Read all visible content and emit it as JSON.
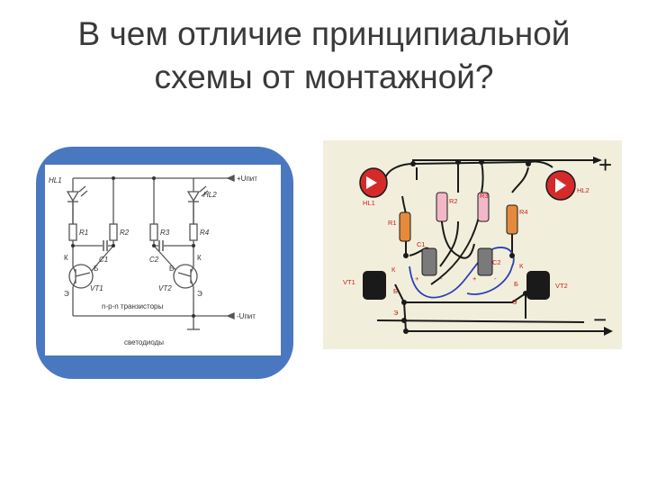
{
  "slide": {
    "title_line1": "В чем отличие принципиальной",
    "title_line2": "схемы от монтажной?"
  },
  "schematic": {
    "hl1": "HL1",
    "hl2": "HL2",
    "vplus": "+Uпит",
    "vminus": "-Uпит",
    "r1": "R1",
    "r2": "R2",
    "r3": "R3",
    "r4": "R4",
    "c1": "C1",
    "c2": "C2",
    "vt1": "VT1",
    "vt2": "VT2",
    "k_left": "К",
    "k_right": "К",
    "b_left": "Б",
    "b_right": "Б",
    "e_left": "Э",
    "e_right": "Э",
    "transistor_note": "n-p-n транзисторы",
    "led_note": "светодиоды",
    "colors": {
      "frame": "#4a78c0",
      "background": "#ffffff",
      "wire": "#555555"
    }
  },
  "wiring": {
    "hl1": "HL1",
    "hl2": "HL2",
    "r1": "R1",
    "r2": "R2",
    "r3": "R3",
    "r4": "R4",
    "c1": "C1",
    "c2": "C2",
    "vt1": "VT1",
    "vt2": "VT2",
    "k_left": "К",
    "k_right": "К",
    "b_left": "Б",
    "b_right": "Б",
    "e_left": "Э",
    "e_right": "Э",
    "plus_sign": "+",
    "minus_sign": "−",
    "cap_plus": "+",
    "cap_minus": "-",
    "colors": {
      "board": "#f1efdb",
      "led": "#d42a2a",
      "r_orange": "#e58a3c",
      "r_pink": "#f2b8c8",
      "capacitor": "#7a7a7a",
      "transistor": "#1a1a1a",
      "blue_wire": "#2d3fb8",
      "wire": "#1a1a1a",
      "label": "#cc2020"
    }
  }
}
